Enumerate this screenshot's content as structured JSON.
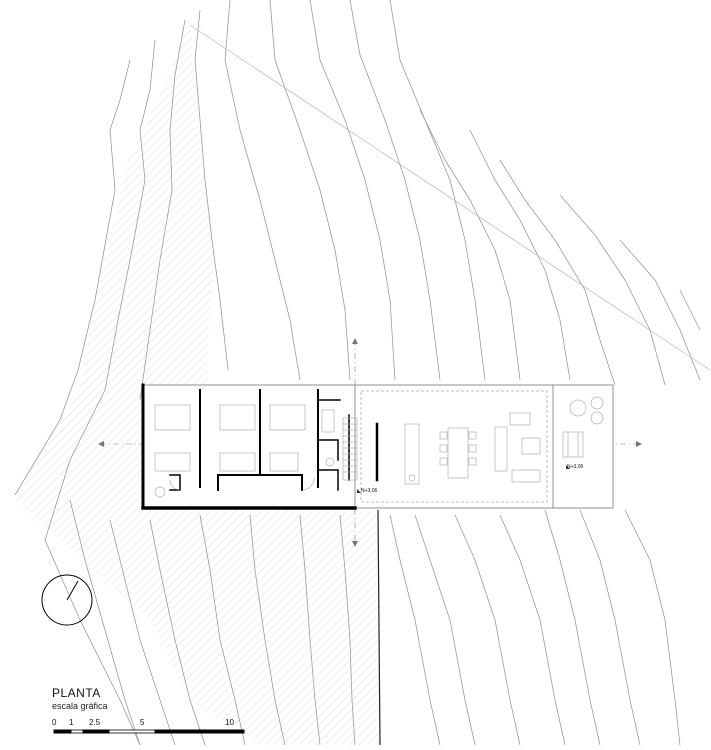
{
  "drawing": {
    "title": "PLANTA",
    "subtitle": "escala gráfica",
    "scale_labels": [
      "0",
      "1",
      "2.5",
      "5",
      "10"
    ],
    "level_markers": [
      "N+3,06",
      "N+3,06"
    ]
  },
  "icons": {
    "north_arrow": "north-arrow-icon"
  }
}
